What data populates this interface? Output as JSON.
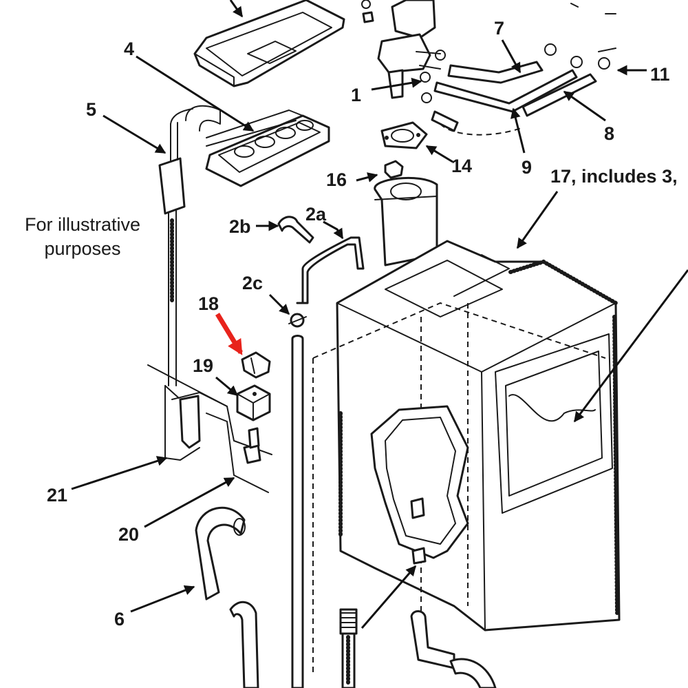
{
  "callouts": {
    "c1": "1",
    "c2a": "2a",
    "c2b": "2b",
    "c2c": "2c",
    "c4": "4",
    "c5": "5",
    "c6": "6",
    "c7": "7",
    "c8": "8",
    "c9": "9",
    "c11": "11",
    "c14": "14",
    "c16": "16",
    "c17": "17, includes 3,",
    "c18": "18",
    "c19": "19",
    "c20": "20",
    "c21": "21"
  },
  "note": {
    "line1": "For illustrative",
    "line2": "purposes"
  },
  "colors": {
    "ink": "#1a1a1a",
    "highlight_arrow": "#e8231c",
    "background": "#ffffff"
  }
}
